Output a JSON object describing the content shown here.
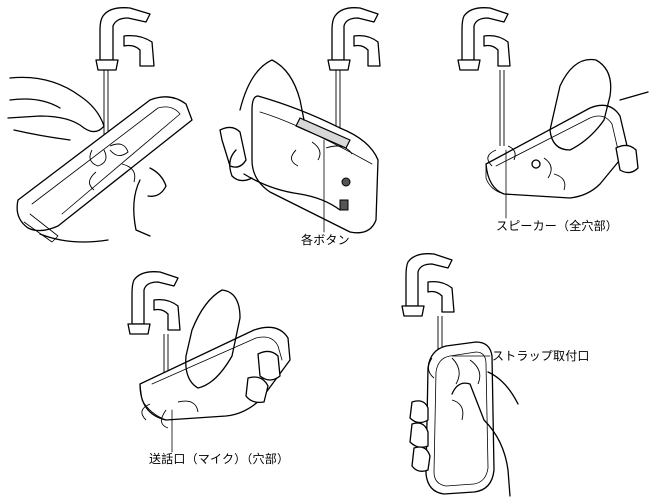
{
  "labels": {
    "buttons": "各ボタン",
    "speaker": "スピーカー（全穴部）",
    "mic": "送話口（マイク）（穴部）",
    "strap": "ストラップ取付口"
  }
}
